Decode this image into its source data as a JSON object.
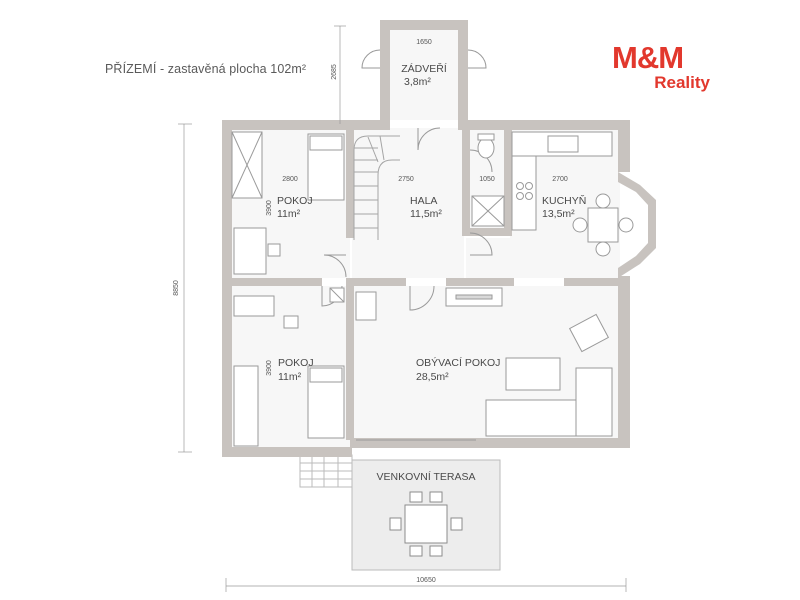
{
  "title": "PŘÍZEMÍ - zastavěná plocha 102m²",
  "brand": {
    "logo_text": "M&M",
    "sub_text": "Reality",
    "color": "#e2382d"
  },
  "colors": {
    "wall": "#c8c3bf",
    "room_fill": "#f7f7f7",
    "terrace_fill": "#ededed",
    "furniture_stroke": "#9a9a9a"
  },
  "rooms": [
    {
      "name": "ZÁDVEŘÍ",
      "area": "3,8m²"
    },
    {
      "name": "POKOJ",
      "area": "11m²"
    },
    {
      "name": "HALA",
      "area": "11,5m²"
    },
    {
      "name": "KUCHYŇ",
      "area": "13,5m²"
    },
    {
      "name": "POKOJ",
      "area": "11m²"
    },
    {
      "name": "OBÝVACÍ POKOJ",
      "area": "28,5m²"
    },
    {
      "name": "VENKOVNÍ TERASA",
      "area": ""
    }
  ],
  "dimensions": {
    "zadveri_width": "1650",
    "zadveri_depth": "2685",
    "pokoj1_width": "2800",
    "pokoj1_depth": "3900",
    "hala_width": "2750",
    "wc_width": "1050",
    "kuchyn_width": "2700",
    "pokoj2_depth": "3900",
    "total_depth": "8850",
    "total_width": "10650"
  }
}
